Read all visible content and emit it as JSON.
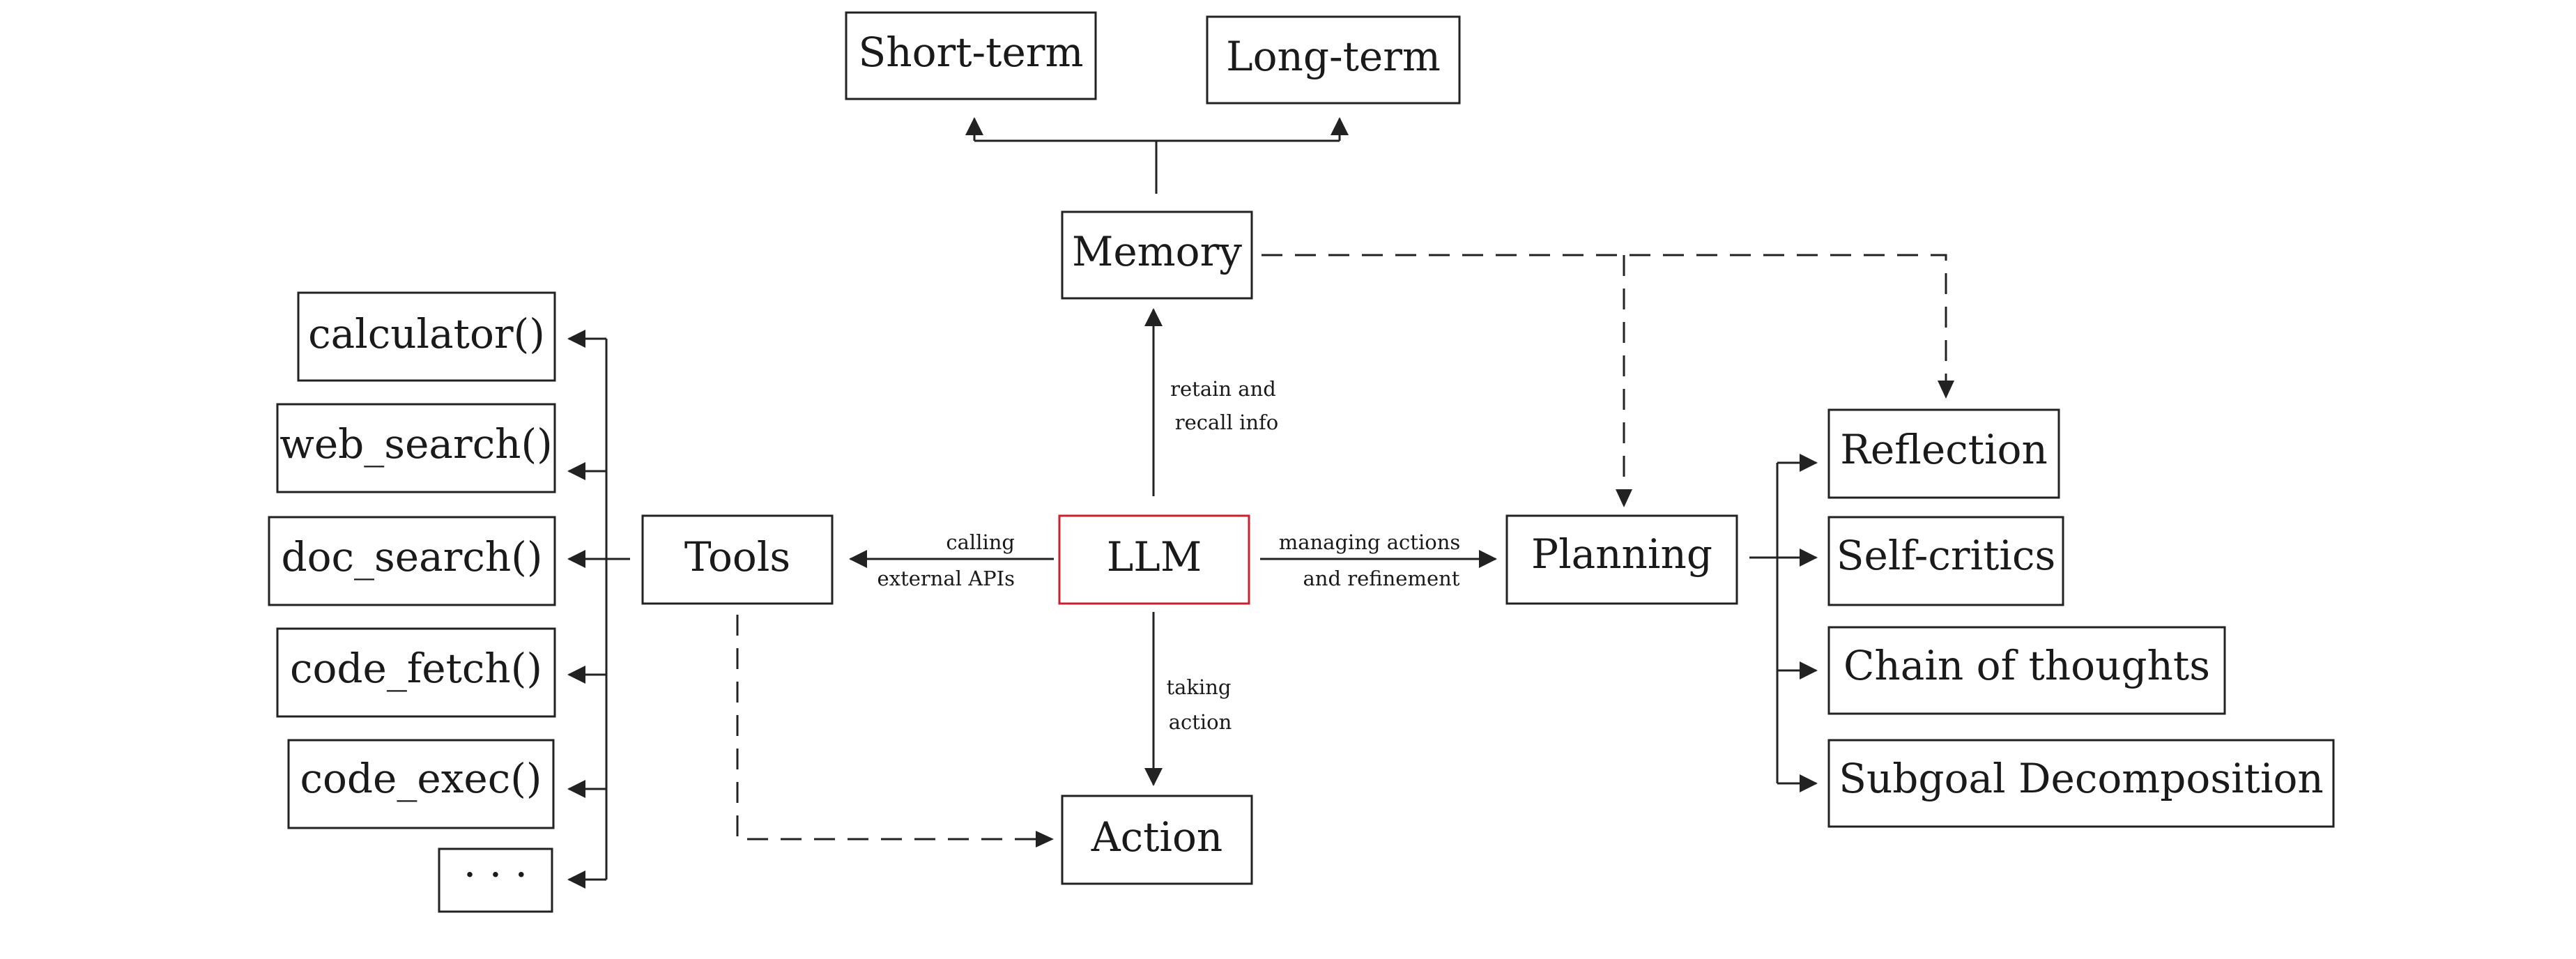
{
  "nodes": {
    "short_term": "Short-term",
    "long_term": "Long-term",
    "memory": "Memory",
    "llm": "LLM",
    "tools": "Tools",
    "planning": "Planning",
    "action": "Action",
    "calculator": "calculator()",
    "web_search": "web_search()",
    "doc_search": "doc_search()",
    "code_fetch": "code_fetch()",
    "code_exec": "code_exec()",
    "more_tools": "· · ·",
    "reflection": "Reflection",
    "self_critics": "Self-critics",
    "chain_of_thoughts": "Chain of thoughts",
    "subgoal_decomposition": "Subgoal Decomposition"
  },
  "edge_labels": {
    "memory_line1": "retain and",
    "memory_line2": "recall info",
    "tools_line1": "calling",
    "tools_line2": "external APIs",
    "planning_line1": "managing actions",
    "planning_line2": "and refinement",
    "action_line1": "taking",
    "action_line2": "action"
  },
  "colors": {
    "llm_border": "#c8202e",
    "stroke": "#222222"
  }
}
